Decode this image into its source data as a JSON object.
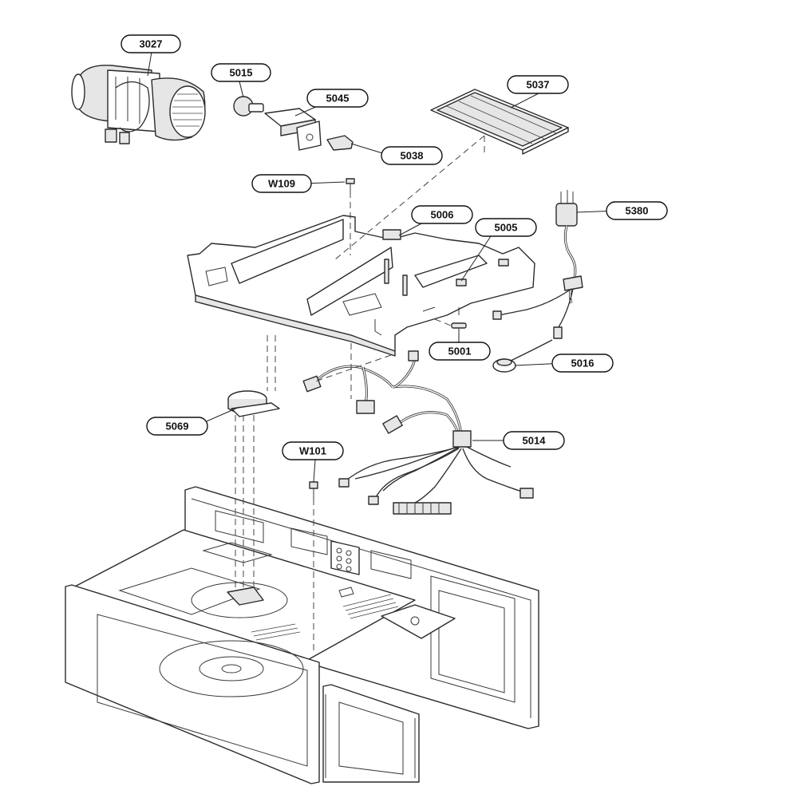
{
  "callouts": [
    {
      "id": "3027",
      "label": "3027"
    },
    {
      "id": "5015",
      "label": "5015"
    },
    {
      "id": "5045",
      "label": "5045"
    },
    {
      "id": "5037",
      "label": "5037"
    },
    {
      "id": "5038",
      "label": "5038"
    },
    {
      "id": "W109",
      "label": "W109"
    },
    {
      "id": "5006",
      "label": "5006"
    },
    {
      "id": "5005",
      "label": "5005"
    },
    {
      "id": "5380",
      "label": "5380"
    },
    {
      "id": "5001",
      "label": "5001"
    },
    {
      "id": "5016",
      "label": "5016"
    },
    {
      "id": "5069",
      "label": "5069"
    },
    {
      "id": "5014",
      "label": "5014"
    },
    {
      "id": "W101",
      "label": "W101"
    }
  ]
}
